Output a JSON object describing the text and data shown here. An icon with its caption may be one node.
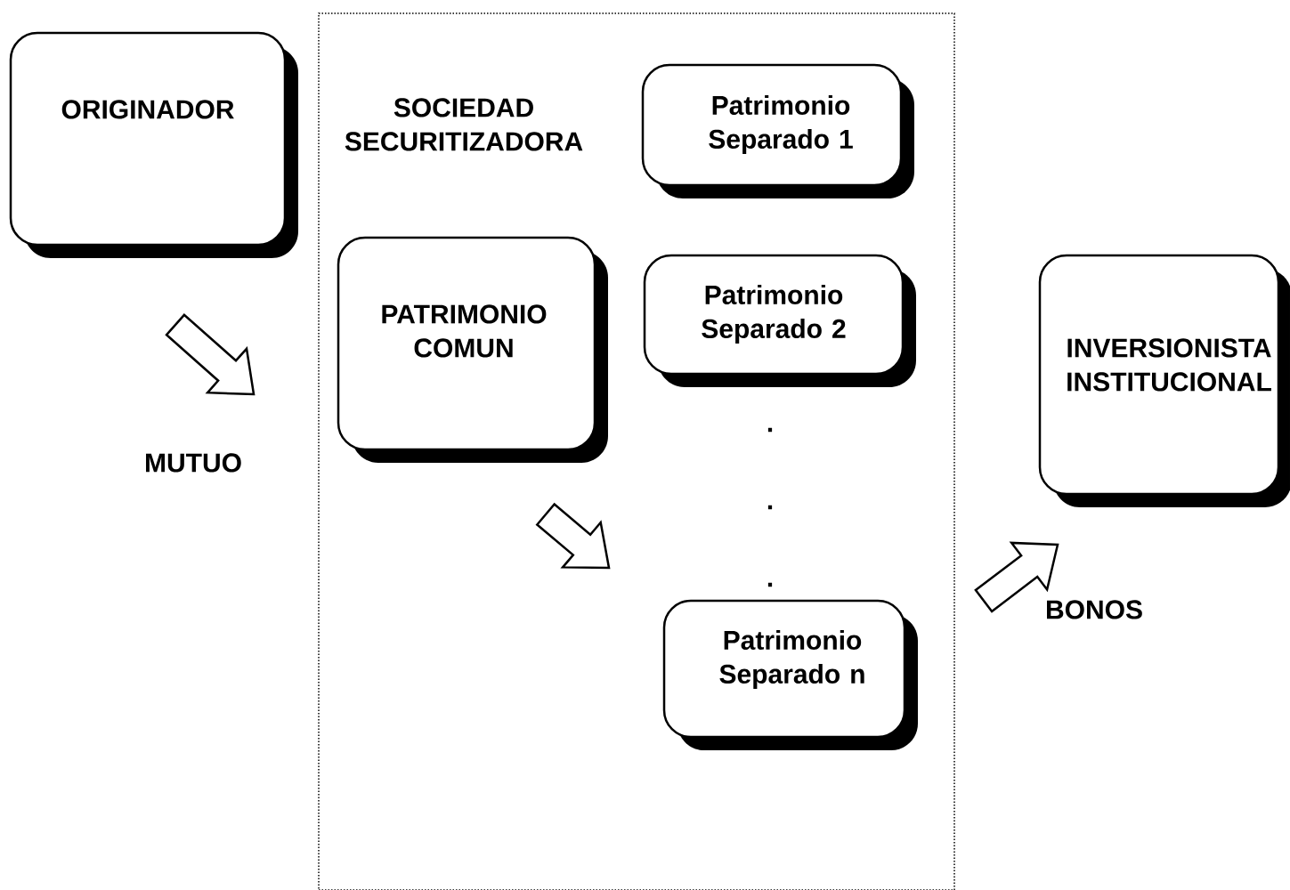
{
  "diagram": {
    "nodes": [
      {
        "text": [
          "ORIGINADOR"
        ]
      },
      {
        "text": [
          "SOCIEDAD SECURITIZADORA"
        ]
      },
      {
        "text": [
          "Patrimonio Separado 1"
        ],
        "in": 1
      },
      {
        "text": [
          "PATRIMONIO COMUN"
        ],
        "in": 1
      },
      {
        "text": [
          "Patrimonio Separado 2"
        ],
        "in": 1
      },
      {
        "text": [
          "Patrimonio Separado n"
        ],
        "in": 1
      },
      {
        "text": [
          "INVERSIONISTA INSTITUCIONAL"
        ]
      }
    ],
    "edges": [
      {
        "from": 0,
        "to": 1,
        "arrow": "to",
        "label": "MUTUO"
      },
      {
        "from": 3,
        "to": 5,
        "arrow": "to"
      },
      {
        "from": 1,
        "to": 6,
        "arrow": "to",
        "label": "BONOS"
      }
    ],
    "labels": [
      ".",
      ".",
      "."
    ]
  }
}
